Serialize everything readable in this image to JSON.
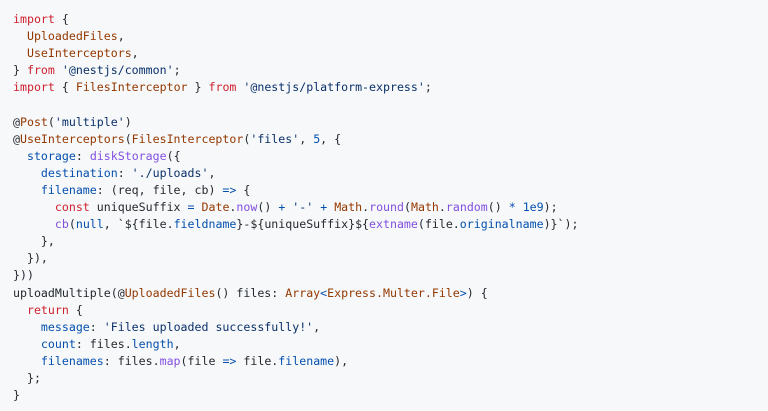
{
  "code": {
    "language": "typescript",
    "colors": {
      "background": "#f6f8fa",
      "text": "#24292f",
      "keyword": "#cf222e",
      "string": "#0a3069",
      "type": "#953800",
      "property": "#0550ae",
      "function": "#8250df"
    },
    "lines": [
      [
        {
          "t": "import",
          "c": "kw"
        },
        {
          "t": " {",
          "c": "plain"
        }
      ],
      [
        {
          "t": "  ",
          "c": "plain"
        },
        {
          "t": "UploadedFiles",
          "c": "ty"
        },
        {
          "t": ",",
          "c": "plain"
        }
      ],
      [
        {
          "t": "  ",
          "c": "plain"
        },
        {
          "t": "UseInterceptors",
          "c": "ty"
        },
        {
          "t": ",",
          "c": "plain"
        }
      ],
      [
        {
          "t": "} ",
          "c": "plain"
        },
        {
          "t": "from",
          "c": "kw"
        },
        {
          "t": " ",
          "c": "plain"
        },
        {
          "t": "'@nestjs/common'",
          "c": "str"
        },
        {
          "t": ";",
          "c": "plain"
        }
      ],
      [
        {
          "t": "import",
          "c": "kw"
        },
        {
          "t": " { ",
          "c": "plain"
        },
        {
          "t": "FilesInterceptor",
          "c": "ty"
        },
        {
          "t": " } ",
          "c": "plain"
        },
        {
          "t": "from",
          "c": "kw"
        },
        {
          "t": " ",
          "c": "plain"
        },
        {
          "t": "'@nestjs/platform-express'",
          "c": "str"
        },
        {
          "t": ";",
          "c": "plain"
        }
      ],
      [
        {
          "t": "",
          "c": "plain"
        }
      ],
      [
        {
          "t": "@",
          "c": "plain"
        },
        {
          "t": "Post",
          "c": "dec"
        },
        {
          "t": "(",
          "c": "plain"
        },
        {
          "t": "'multiple'",
          "c": "str"
        },
        {
          "t": ")",
          "c": "plain"
        }
      ],
      [
        {
          "t": "@",
          "c": "plain"
        },
        {
          "t": "UseInterceptors",
          "c": "dec"
        },
        {
          "t": "(",
          "c": "plain"
        },
        {
          "t": "FilesInterceptor",
          "c": "dec"
        },
        {
          "t": "(",
          "c": "plain"
        },
        {
          "t": "'files'",
          "c": "str"
        },
        {
          "t": ", ",
          "c": "plain"
        },
        {
          "t": "5",
          "c": "num"
        },
        {
          "t": ", {",
          "c": "plain"
        }
      ],
      [
        {
          "t": "  ",
          "c": "plain"
        },
        {
          "t": "storage",
          "c": "prop"
        },
        {
          "t": ": ",
          "c": "plain"
        },
        {
          "t": "diskStorage",
          "c": "fn"
        },
        {
          "t": "({",
          "c": "plain"
        }
      ],
      [
        {
          "t": "    ",
          "c": "plain"
        },
        {
          "t": "destination",
          "c": "prop"
        },
        {
          "t": ": ",
          "c": "plain"
        },
        {
          "t": "'./uploads'",
          "c": "str"
        },
        {
          "t": ",",
          "c": "plain"
        }
      ],
      [
        {
          "t": "    ",
          "c": "plain"
        },
        {
          "t": "filename",
          "c": "prop"
        },
        {
          "t": ": (req, file, cb) ",
          "c": "plain"
        },
        {
          "t": "=>",
          "c": "op"
        },
        {
          "t": " {",
          "c": "plain"
        }
      ],
      [
        {
          "t": "      ",
          "c": "plain"
        },
        {
          "t": "const",
          "c": "kw"
        },
        {
          "t": " uniqueSuffix ",
          "c": "plain"
        },
        {
          "t": "=",
          "c": "op"
        },
        {
          "t": " ",
          "c": "plain"
        },
        {
          "t": "Date",
          "c": "ty"
        },
        {
          "t": ".",
          "c": "plain"
        },
        {
          "t": "now",
          "c": "fn"
        },
        {
          "t": "() ",
          "c": "plain"
        },
        {
          "t": "+",
          "c": "op"
        },
        {
          "t": " ",
          "c": "plain"
        },
        {
          "t": "'-'",
          "c": "str"
        },
        {
          "t": " ",
          "c": "plain"
        },
        {
          "t": "+",
          "c": "op"
        },
        {
          "t": " ",
          "c": "plain"
        },
        {
          "t": "Math",
          "c": "ty"
        },
        {
          "t": ".",
          "c": "plain"
        },
        {
          "t": "round",
          "c": "fn"
        },
        {
          "t": "(",
          "c": "plain"
        },
        {
          "t": "Math",
          "c": "ty"
        },
        {
          "t": ".",
          "c": "plain"
        },
        {
          "t": "random",
          "c": "fn"
        },
        {
          "t": "() ",
          "c": "plain"
        },
        {
          "t": "*",
          "c": "op"
        },
        {
          "t": " ",
          "c": "plain"
        },
        {
          "t": "1e9",
          "c": "num"
        },
        {
          "t": ");",
          "c": "plain"
        }
      ],
      [
        {
          "t": "      ",
          "c": "plain"
        },
        {
          "t": "cb",
          "c": "fn"
        },
        {
          "t": "(",
          "c": "plain"
        },
        {
          "t": "null",
          "c": "prop"
        },
        {
          "t": ", `${file.",
          "c": "plain"
        },
        {
          "t": "fieldname",
          "c": "prop"
        },
        {
          "t": "}-${uniqueSuffix}${",
          "c": "plain"
        },
        {
          "t": "extname",
          "c": "fn"
        },
        {
          "t": "(file.",
          "c": "plain"
        },
        {
          "t": "originalname",
          "c": "prop"
        },
        {
          "t": ")}`);",
          "c": "plain"
        }
      ],
      [
        {
          "t": "    },",
          "c": "plain"
        }
      ],
      [
        {
          "t": "  }),",
          "c": "plain"
        }
      ],
      [
        {
          "t": "}))",
          "c": "plain"
        }
      ],
      [
        {
          "t": "uploadMultiple(@",
          "c": "plain"
        },
        {
          "t": "UploadedFiles",
          "c": "dec"
        },
        {
          "t": "() files: ",
          "c": "plain"
        },
        {
          "t": "Array",
          "c": "ty"
        },
        {
          "t": "<",
          "c": "op"
        },
        {
          "t": "Express.Multer.File",
          "c": "ty"
        },
        {
          "t": ">",
          "c": "op"
        },
        {
          "t": ") {",
          "c": "plain"
        }
      ],
      [
        {
          "t": "  ",
          "c": "plain"
        },
        {
          "t": "return",
          "c": "kw"
        },
        {
          "t": " {",
          "c": "plain"
        }
      ],
      [
        {
          "t": "    ",
          "c": "plain"
        },
        {
          "t": "message",
          "c": "prop"
        },
        {
          "t": ": ",
          "c": "plain"
        },
        {
          "t": "'Files uploaded successfully!'",
          "c": "str"
        },
        {
          "t": ",",
          "c": "plain"
        }
      ],
      [
        {
          "t": "    ",
          "c": "plain"
        },
        {
          "t": "count",
          "c": "prop"
        },
        {
          "t": ": files.",
          "c": "plain"
        },
        {
          "t": "length",
          "c": "prop"
        },
        {
          "t": ",",
          "c": "plain"
        }
      ],
      [
        {
          "t": "    ",
          "c": "plain"
        },
        {
          "t": "filenames",
          "c": "prop"
        },
        {
          "t": ": files.",
          "c": "plain"
        },
        {
          "t": "map",
          "c": "fn"
        },
        {
          "t": "(file ",
          "c": "plain"
        },
        {
          "t": "=>",
          "c": "op"
        },
        {
          "t": " file.",
          "c": "plain"
        },
        {
          "t": "filename",
          "c": "prop"
        },
        {
          "t": "),",
          "c": "plain"
        }
      ],
      [
        {
          "t": "  };",
          "c": "plain"
        }
      ],
      [
        {
          "t": "}",
          "c": "plain"
        }
      ]
    ]
  }
}
